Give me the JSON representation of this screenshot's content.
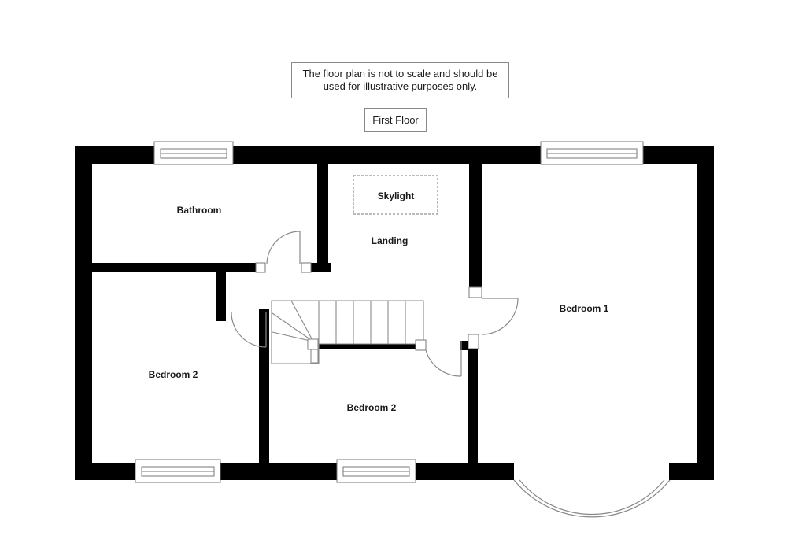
{
  "disclaimer": {
    "line1": "The floor plan is not to scale and should be",
    "line2": "used for illustrative purposes only."
  },
  "floor_label": "First Floor",
  "rooms": {
    "bathroom": {
      "label": "Bathroom"
    },
    "landing": {
      "label": "Landing"
    },
    "skylight": {
      "label": "Skylight"
    },
    "bedroom1": {
      "label": "Bedroom 1"
    },
    "bedroom2_left": {
      "label": "Bedroom 2"
    },
    "bedroom2_middle": {
      "label": "Bedroom 2"
    }
  },
  "features": {
    "windows": [
      "top-left-window",
      "top-right-window",
      "bottom-left-window",
      "bottom-middle-window",
      "bay-window"
    ],
    "doors": [
      "bathroom-door",
      "bedroom2-left-door",
      "bedroom2-middle-door",
      "bedroom1-door"
    ],
    "stairs": "staircase-with-winder"
  },
  "colors": {
    "wall": "#000000",
    "outline": "#888888",
    "frame": "#777777",
    "text": "#1a1a1a",
    "background": "#ffffff"
  }
}
